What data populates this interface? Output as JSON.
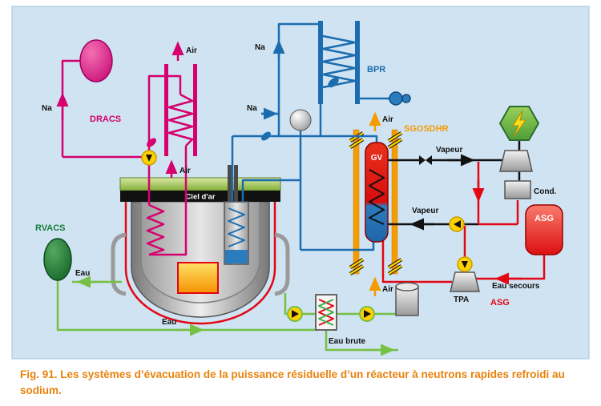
{
  "caption": "Fig. 91. Les systèmes d’évacuation de la puissance résiduelle d’un réacteur à neutrons rapides refroidi au sodium.",
  "systems": {
    "dracs": "DRACS",
    "rvacs": "RVACS",
    "bpr": "BPR",
    "sgosdhr": "SGOSDHR",
    "asg": "ASG",
    "asg_tank": "ASG",
    "gv": "GV",
    "tpa": "TPA",
    "cond": "Cond.",
    "ciel_argon": "Ciel d'ar"
  },
  "flows": {
    "na_dracs": "Na",
    "na_bpr_top": "Na",
    "na_bpr_mid": "Na",
    "air_dracs_top": "Air",
    "air_dracs_bottom": "Air",
    "air_sg_top": "Air",
    "air_sg_bottom": "Air",
    "eau_rvacs": "Eau",
    "eau_bottom": "Eau",
    "eau_brute": "Eau brute",
    "eau_secours": "Eau secours",
    "vapeur_main": "Vapeur",
    "vapeur_aux": "Vapeur"
  },
  "colors": {
    "panel_bg": "#cfe3f2",
    "magenta": "#d6006e",
    "blue": "#1b6db0",
    "orange": "#f59c00",
    "green_pipe": "#76c043",
    "dark_green": "#1b7e3c",
    "red": "#e30613",
    "pump_yellow": "#ffd100",
    "caption_orange": "#e8820c"
  }
}
